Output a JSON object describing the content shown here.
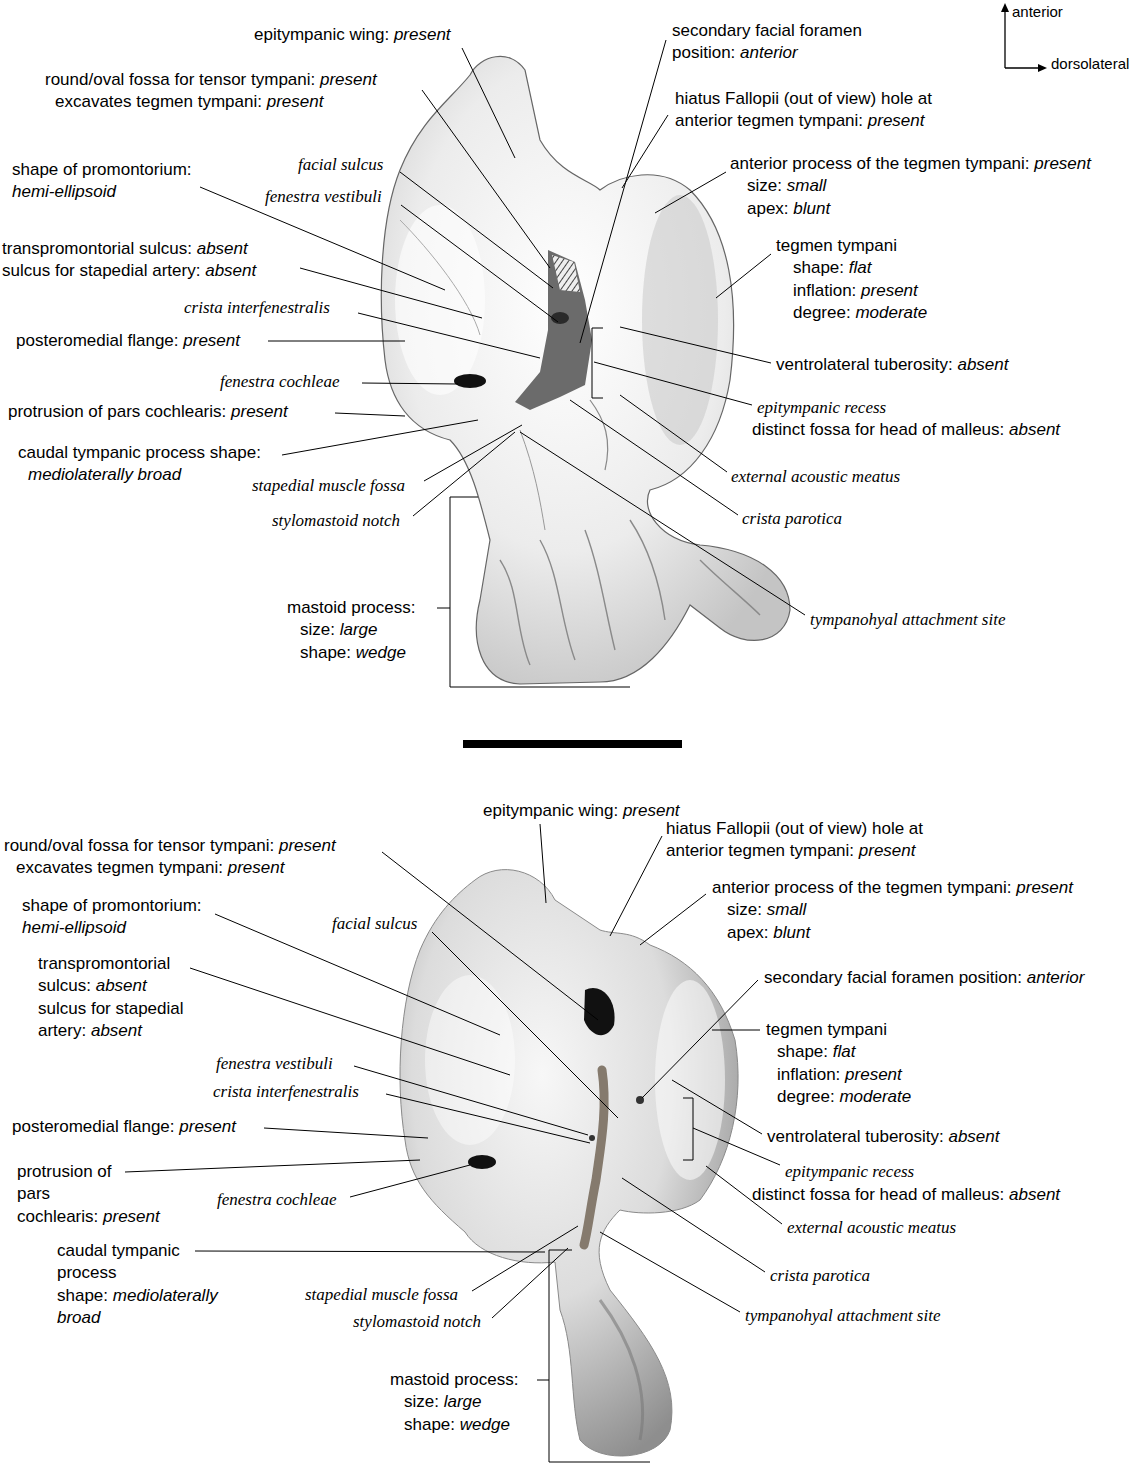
{
  "diagram": {
    "labels": [
      "epitympanic wing:",
      "present",
      "round/oval fossa for tensor tympani:",
      "present",
      "excavates tegmen tympani:",
      "present",
      "shape of promontorium:",
      "hemi-ellipsoid",
      "facial sulcus",
      "fenestra vestibuli",
      "transpromontorial sulcus:",
      "absent",
      "sulcus for stapedial artery:",
      "absent",
      "crista interfenestralis",
      "posteromedial flange:",
      "present",
      "fenestra cochleae",
      "protrusion of pars cochlearis:",
      "present",
      "caudal tympanic process shape:",
      "mediolaterally broad",
      "stapedial muscle fossa",
      "stylomastoid notch",
      "mastoid process:",
      "size:",
      "large",
      "shape:",
      "wedge",
      "secondary facial foramen position:",
      "anterior",
      "hiatus Fallopii (out of view) hole at anterior tegmen tympani:",
      "present",
      "anterior process of the tegmen tympani:",
      "present",
      "size:",
      "small",
      "apex:",
      "blunt",
      "tegmen tympani",
      "shape:",
      "flat",
      "inflation:",
      "present",
      "degree:",
      "moderate",
      "ventrolateral tuberosity:",
      "absent",
      "epitympanic recess",
      "distinct fossa for head of malleus:",
      "absent",
      "external acoustic meatus",
      "crista parotica",
      "tympanohyal attachment site",
      "anterior",
      "dorsolateral",
      "epitympanic wing:",
      "present",
      "round/oval fossa for tensor tympani:",
      "present",
      "excavates tegmen tympani:",
      "present",
      "hiatus Fallopii (out of view) hole at anterior tegmen tympani:",
      "present",
      "anterior process of the tegmen tympani:",
      "present",
      "size:",
      "small",
      "apex:",
      "blunt",
      "shape of promontorium:",
      "hemi-ellipsoid",
      "facial sulcus",
      "secondary facial foramen position:",
      "anterior",
      "transpromontorial sulcus:",
      "absent",
      "sulcus for stapedial artery:",
      "absent",
      "tegmen tympani",
      "shape:",
      "flat",
      "inflation:",
      "present",
      "degree:",
      "moderate",
      "fenestra vestibuli",
      "crista interfenestralis",
      "posteromedial flange:",
      "present",
      "ventrolateral tuberosity:",
      "absent",
      "protrusion of pars cochlearis:",
      "present",
      "epitympanic recess",
      "distinct fossa for head of malleus:",
      "absent",
      "fenestra cochleae",
      "external acoustic meatus",
      "caudal tympanic process shape:",
      "mediolaterally broad",
      "crista parotica",
      "stapedial muscle fossa",
      "tympanohyal attachment site",
      "stylomastoid notch",
      "mastoid process:",
      "size:",
      "large",
      "shape:",
      "wedge"
    ]
  }
}
